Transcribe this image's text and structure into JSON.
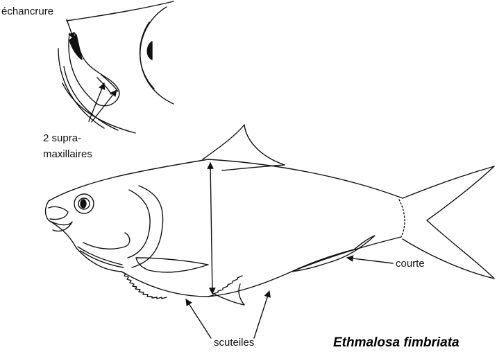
{
  "labels": {
    "notch": "échancrure",
    "supramaxillary_line1": "2 supra-",
    "supramaxillary_line2": "maxillaires",
    "anal_fin": "courte",
    "scutes": "scuteiles"
  },
  "species_name": "Ethmalosa fimbriata",
  "colors": {
    "ink": "#111111",
    "background": "#ffffff"
  }
}
